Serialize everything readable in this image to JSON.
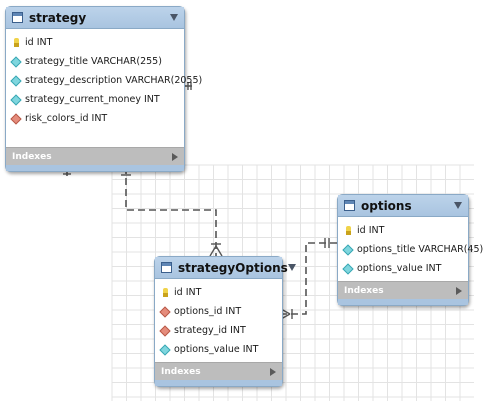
{
  "tables": {
    "strategy": {
      "title": "strategy",
      "columns": [
        {
          "icon": "key",
          "text": "id INT"
        },
        {
          "icon": "diamond-cyan",
          "text": "strategy_title VARCHAR(255)"
        },
        {
          "icon": "diamond-cyan",
          "text": "strategy_description VARCHAR(2055)"
        },
        {
          "icon": "diamond-cyan",
          "text": "strategy_current_money INT"
        },
        {
          "icon": "diamond-red",
          "text": "risk_colors_id INT"
        }
      ],
      "footer": "Indexes"
    },
    "options": {
      "title": "options",
      "columns": [
        {
          "icon": "key",
          "text": "id INT"
        },
        {
          "icon": "diamond-cyan",
          "text": "options_title VARCHAR(45)"
        },
        {
          "icon": "diamond-cyan",
          "text": "options_value INT"
        }
      ],
      "footer": "Indexes"
    },
    "strategyOptions": {
      "title": "strategyOptions",
      "columns": [
        {
          "icon": "key",
          "text": "id INT"
        },
        {
          "icon": "diamond-red",
          "text": "options_id INT"
        },
        {
          "icon": "diamond-red",
          "text": "strategy_id INT"
        },
        {
          "icon": "diamond-cyan",
          "text": "options_value INT"
        }
      ],
      "footer": "Indexes"
    }
  },
  "colors": {
    "header": "#a9c4e0",
    "border": "#8aa9c6",
    "footer": "#bdbdbd",
    "key": "#f0d34a",
    "column_cyan": "#7fd6de",
    "foreign_key_red": "#e58c7c",
    "grid": "#e3e3e3",
    "connector": "#555555"
  }
}
